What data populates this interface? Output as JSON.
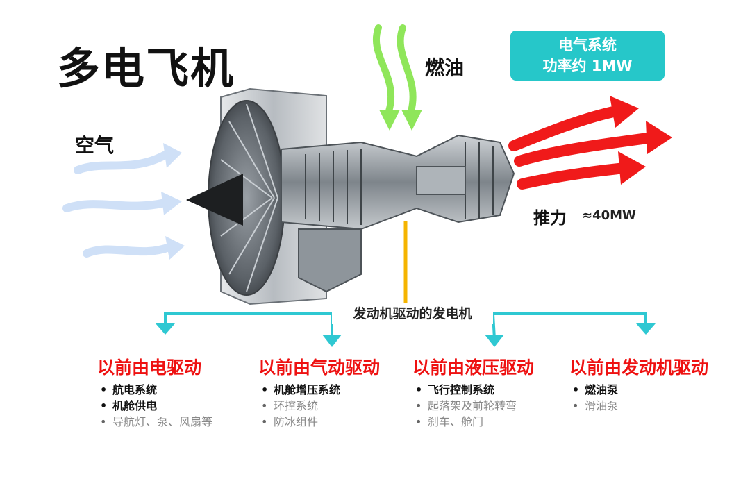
{
  "title": "多电飞机",
  "labels": {
    "air": "空气",
    "fuel": "燃油",
    "thrust": "推力",
    "thrust_value": "≈40MW"
  },
  "electrical_box": {
    "line1": "电气系统",
    "line2": "功率约 1MW"
  },
  "generator_caption": "发动机驱动的发电机",
  "groups": [
    {
      "heading": "以前由电驱动",
      "items": [
        {
          "text": "航电系统"
        },
        {
          "text": "机舱供电"
        },
        {
          "text": "导航灯、泵、风扇等"
        }
      ]
    },
    {
      "heading": "以前由气动驱动",
      "items": [
        {
          "text": "机舱增压系统"
        },
        {
          "text": "环控系统"
        },
        {
          "text": "防冰组件"
        }
      ]
    },
    {
      "heading": "以前由液压驱动",
      "items": [
        {
          "text": "飞行控制系统"
        },
        {
          "text": "起落架及前轮转弯"
        },
        {
          "text": "刹车、舱门"
        }
      ]
    },
    {
      "heading": "以前由发动机驱动",
      "items": [
        {
          "text": "燃油泵"
        },
        {
          "text": "滑油泵"
        }
      ]
    }
  ],
  "colors": {
    "accent_teal": "#26c7c9",
    "heading_red": "#ee1111",
    "air_arrow": "#cfe0f7",
    "fuel_arrow": "#8fe65a",
    "thrust_arrow": "#f01a1a",
    "connector": "#f5b400",
    "branch_line": "#2fc8d2"
  }
}
